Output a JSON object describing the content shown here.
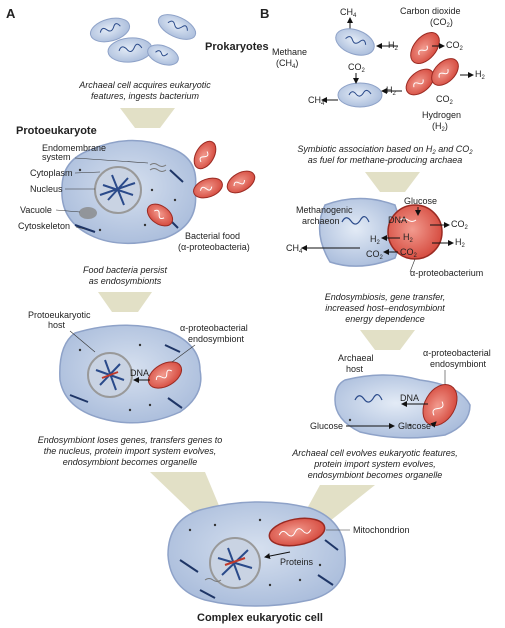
{
  "colors": {
    "host_cell": "#bccbe3",
    "host_outline": "#8ea2c8",
    "bacterium": "#e05a4e",
    "bacterium_outline": "#9a2a22",
    "dna": "#2a4a8a",
    "arrow_fill": "#e2e0c6"
  },
  "panel_a": {
    "letter": "A",
    "prokaryotes": "Prokaryotes",
    "step1_line1": "Archaeal cell acquires eukaryotic",
    "step1_line2": "features, ingests bacterium",
    "protoeukaryote": "Protoeukaryote",
    "endomembrane_line1": "Endomembrane",
    "endomembrane_line2": "system",
    "cytoplasm": "Cytoplasm",
    "nucleus": "Nucleus",
    "vacuole": "Vacuole",
    "cytoskeleton": "Cytoskeleton",
    "bacterial_food_line1": "Bacterial food",
    "bacterial_food_line2": "(α-proteobacteria)",
    "step2_line1": "Food bacteria persist",
    "step2_line2": "as endosymbionts",
    "protoeuk_host_line1": "Protoeukaryotic",
    "protoeuk_host_line2": "host",
    "alpha_endo_line1": "α-proteobacterial",
    "alpha_endo_line2": "endosymbiont",
    "dna": "DNA",
    "step3_line1": "Endosymbiont loses genes, transfers genes to",
    "step3_line2": "the nucleus, protein import system evolves,",
    "step3_line3": "endosymbiont becomes organelle"
  },
  "panel_b": {
    "letter": "B",
    "ch4": "CH",
    "ch4_sub": "4",
    "carbon_dioxide": "Carbon dioxide",
    "co2_paren": "(CO",
    "methane": "Methane",
    "methane_paren": "(CH",
    "h2": "H",
    "co2": "CO",
    "sub2": "2",
    "hydrogen": "Hydrogen",
    "h2_paren": "(H",
    "close_paren": ")",
    "step1_a": "Symbiotic association based on H",
    "step1_b": " and CO",
    "step1_line2": "as fuel for methane-producing archaea",
    "methanogenic_line1": "Methanogenic",
    "methanogenic_line2": "archaeon",
    "glucose": "Glucose",
    "dna": "DNA",
    "alpha_bacterium": "α-proteobacterium",
    "step2_line1": "Endosymbiosis, gene transfer,",
    "step2_line2": "increased host–endosymbiont",
    "step2_line3": "energy dependence",
    "archaeal_host_line1": "Archaeal",
    "archaeal_host_line2": "host",
    "alpha_endo_line1": "α-proteobacterial",
    "alpha_endo_line2": "endosymbiont",
    "step3_line1": "Archaeal cell evolves eukaryotic features,",
    "step3_line2": "protein import system evolves,",
    "step3_line3": "endosymbiont becomes organelle"
  },
  "final": {
    "mitochondrion": "Mitochondrion",
    "proteins": "Proteins",
    "title": "Complex eukaryotic cell"
  }
}
